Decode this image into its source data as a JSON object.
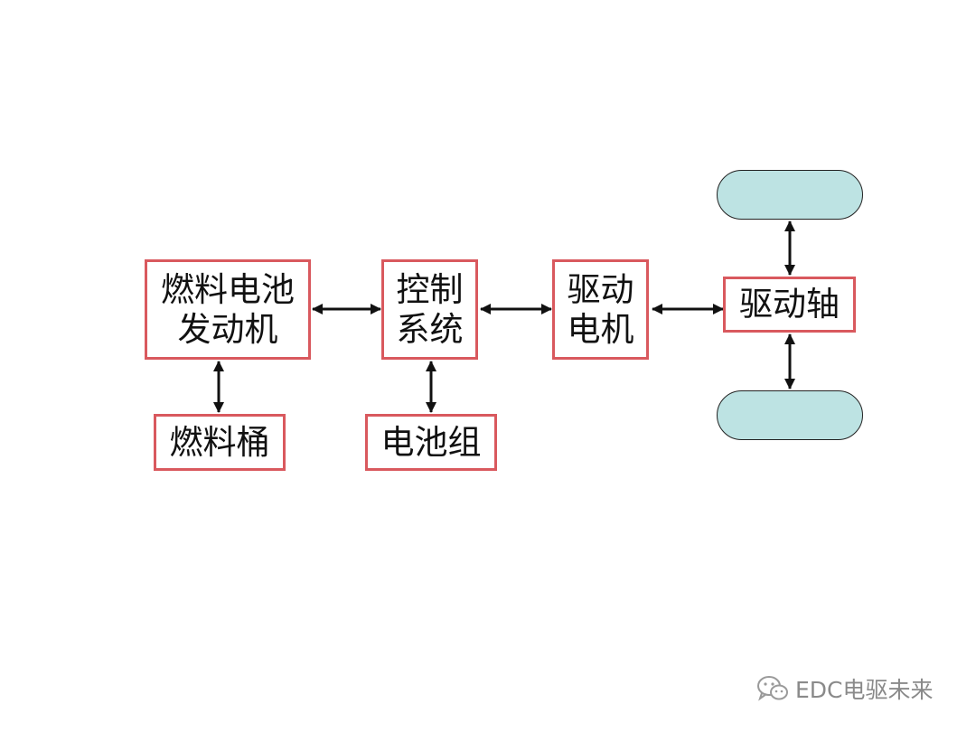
{
  "diagram": {
    "nodes": {
      "fuel_cell_engine": "燃料电池\n发动机",
      "control_system": "控制\n系统",
      "drive_motor": "驱动\n电机",
      "drive_axle": "驱动轴",
      "fuel_tank": "燃料桶",
      "battery_pack": "电池组"
    },
    "edges": [
      {
        "from": "fuel_cell_engine",
        "to": "control_system",
        "direction": "both"
      },
      {
        "from": "control_system",
        "to": "drive_motor",
        "direction": "both"
      },
      {
        "from": "drive_motor",
        "to": "drive_axle",
        "direction": "both"
      },
      {
        "from": "fuel_cell_engine",
        "to": "fuel_tank",
        "direction": "both"
      },
      {
        "from": "control_system",
        "to": "battery_pack",
        "direction": "both"
      },
      {
        "from": "drive_axle",
        "to": "wheel_top",
        "direction": "both"
      },
      {
        "from": "drive_axle",
        "to": "wheel_bottom",
        "direction": "both"
      }
    ],
    "colors": {
      "box_border": "#d9595e",
      "wheel_fill": "#bde3e3",
      "arrow": "#111111"
    }
  },
  "watermark": {
    "icon": "wechat-icon",
    "text": "EDC电驱未来"
  }
}
